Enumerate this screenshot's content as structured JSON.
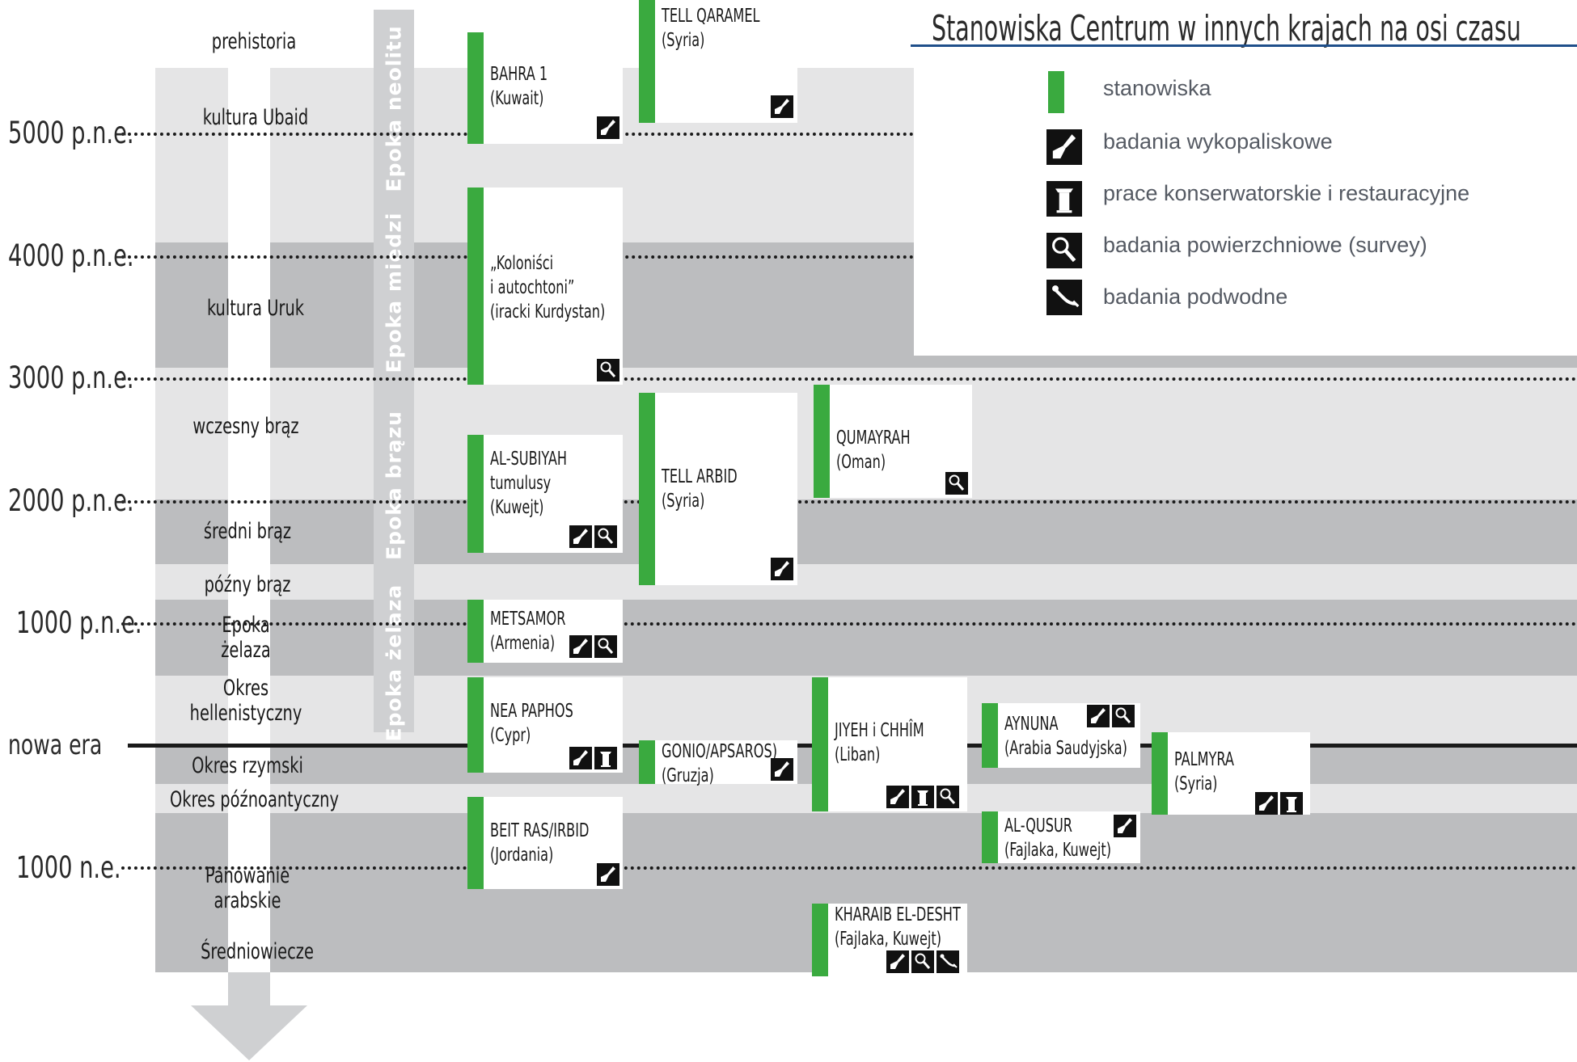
{
  "legend": {
    "title": "Stanowiska Centrum w innych krajach na osi czasu",
    "items": [
      {
        "icon": "green-bar",
        "label": "stanowiska"
      },
      {
        "icon": "trowel-icon",
        "label": "badania wykopaliskowe"
      },
      {
        "icon": "column-icon",
        "label": "prace konserwatorskie i restauracyjne"
      },
      {
        "icon": "magnifier-icon",
        "label": "badania powierzchniowe (survey)"
      },
      {
        "icon": "diver-icon",
        "label": "badania podwodne"
      }
    ]
  },
  "dates": [
    "5000 p.n.e.",
    "4000 p.n.e.",
    "3000 p.n.e.",
    "2000 p.n.e.",
    "1000 p.n.e.",
    "nowa era",
    "1000 n.e."
  ],
  "periods": {
    "prehistoria": "prehistoria",
    "ubaid": "kultura Ubaid",
    "uruk": "kultura Uruk",
    "wczesny": "wczesny brąz",
    "sredni": "średni brąz",
    "pozny": "późny brąz",
    "zelazo": "Epoka\nżelaza",
    "hellen": "Okres\nhellenistyczny",
    "rzym": "Okres rzymski",
    "poznoant": "Okres późnoantyczny",
    "arab": "Panowanie\narabskie",
    "sredniow": "Średniowiecze"
  },
  "epochs": [
    "Epoka neolitu",
    "Epoka miedzi",
    "Epoka brązu",
    "Epoka żelaza"
  ],
  "sites": [
    {
      "name": "BAHRA 1\n(Kuwait)",
      "icons": [
        "trowel-icon"
      ]
    },
    {
      "name": "TELL QARAMEL\n(Syria)",
      "icons": [
        "trowel-icon"
      ]
    },
    {
      "name": "„Koloniści\ni autochtoni”\n(iracki Kurdystan)",
      "icons": [
        "magnifier-icon"
      ]
    },
    {
      "name": "AL-SUBIYAH\ntumulusy\n(Kuwejt)",
      "icons": [
        "trowel-icon",
        "magnifier-icon"
      ]
    },
    {
      "name": "TELL ARBID\n(Syria)",
      "icons": [
        "trowel-icon"
      ]
    },
    {
      "name": "QUMAYRAH\n(Oman)",
      "icons": [
        "magnifier-icon"
      ]
    },
    {
      "name": "METSAMOR\n(Armenia)",
      "icons": [
        "trowel-icon",
        "magnifier-icon"
      ]
    },
    {
      "name": "NEA PAPHOS\n(Cypr)",
      "icons": [
        "trowel-icon",
        "column-icon"
      ]
    },
    {
      "name": "GONIO/APSAROS)\n(Gruzja)",
      "icons": [
        "trowel-icon"
      ]
    },
    {
      "name": "JIYEH i CHHÎM\n(Liban)",
      "icons": [
        "trowel-icon",
        "column-icon",
        "magnifier-icon"
      ]
    },
    {
      "name": "AYNUNA\n(Arabia Saudyjska)",
      "icons": [
        "trowel-icon",
        "magnifier-icon"
      ]
    },
    {
      "name": "PALMYRA\n(Syria)",
      "icons": [
        "trowel-icon",
        "column-icon"
      ]
    },
    {
      "name": "AL-QUSUR\n(Fajlaka, Kuwejt)",
      "icons": [
        "trowel-icon"
      ]
    },
    {
      "name": "BEIT RAS/IRBID\n(Jordania)",
      "icons": [
        "trowel-icon"
      ]
    },
    {
      "name": "KHARAIB EL-DESHT\n(Fajlaka, Kuwejt)",
      "icons": [
        "trowel-icon",
        "magnifier-icon",
        "diver-icon"
      ]
    }
  ],
  "colors": {
    "green": "#3aaa3f",
    "band_light": "#e5e5e6",
    "band_dark": "#bcbdbf",
    "legend_rule": "#1f4f8a"
  }
}
